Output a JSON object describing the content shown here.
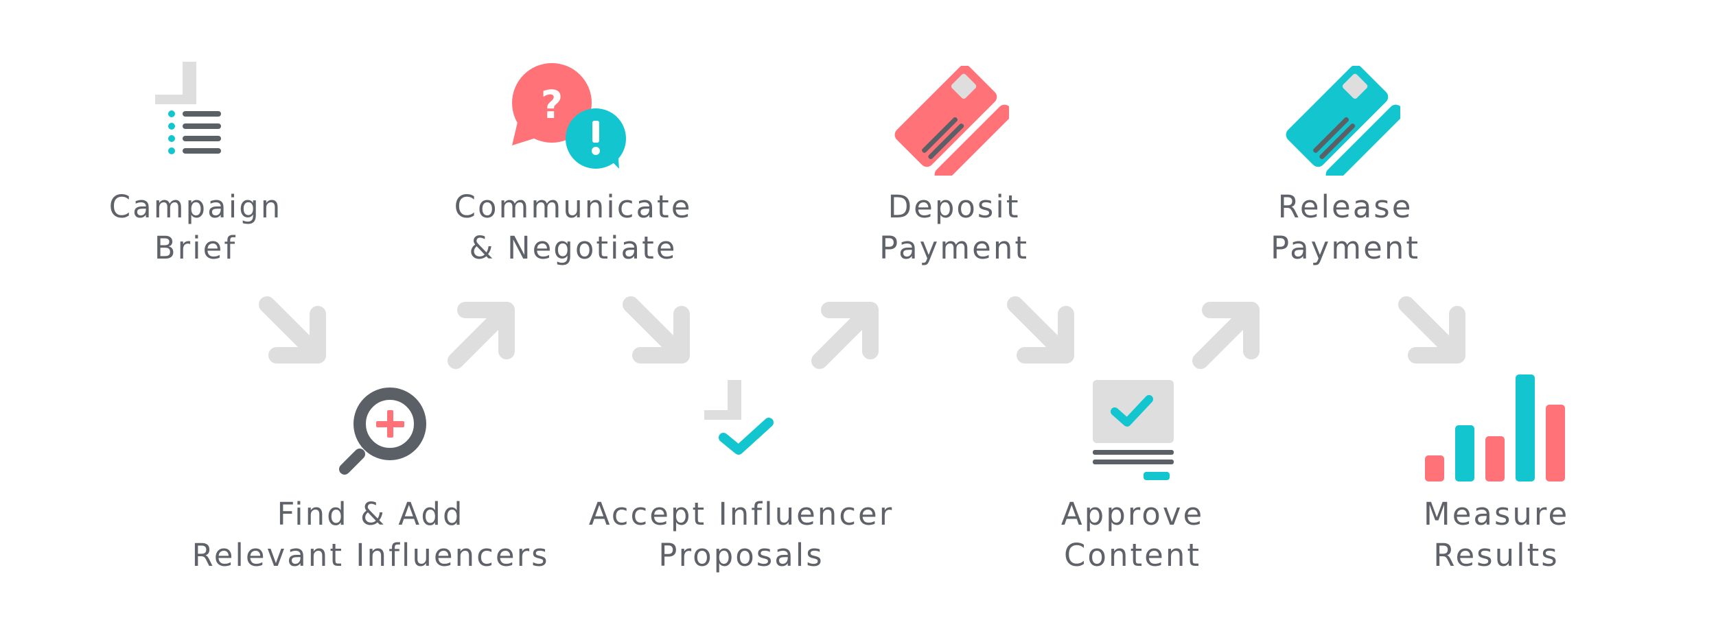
{
  "colors": {
    "coral": "#ff7278",
    "teal": "#12c5cf",
    "dark": "#5b5f66",
    "light": "#dedede",
    "text": "#5f6369"
  },
  "steps": [
    {
      "icon": "document-list-icon",
      "line1": "Campaign",
      "line2": "Brief"
    },
    {
      "icon": "magnifier-plus-icon",
      "line1": "Find & Add",
      "line2": "Relevant Influencers"
    },
    {
      "icon": "chat-bubbles-icon",
      "line1": "Communicate",
      "line2": "& Negotiate"
    },
    {
      "icon": "checkmark-icon",
      "line1": "Accept Influencer",
      "line2": "Proposals"
    },
    {
      "icon": "credit-card-icon",
      "line1": "Deposit",
      "line2": "Payment"
    },
    {
      "icon": "monitor-check-icon",
      "line1": "Approve",
      "line2": "Content"
    },
    {
      "icon": "credit-card-icon",
      "line1": "Release",
      "line2": "Payment"
    },
    {
      "icon": "bar-chart-icon",
      "line1": "Measure",
      "line2": "Results"
    }
  ]
}
